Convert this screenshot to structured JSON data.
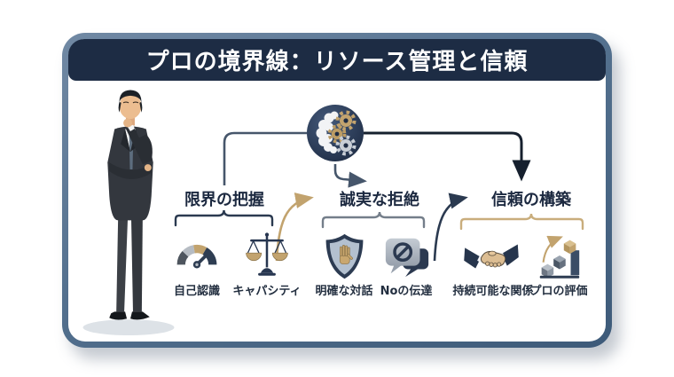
{
  "title": "プロの境界線：リソース管理と信頼",
  "center": {
    "icon": "brain-gears-icon"
  },
  "illustration": "thinking-businessman",
  "groups": [
    {
      "heading": "限界の把握",
      "items": [
        {
          "label": "自己認識",
          "icon": "gauge-icon"
        },
        {
          "label": "キャパシティ",
          "icon": "balance-scale-icon"
        }
      ]
    },
    {
      "heading": "誠実な拒絶",
      "items": [
        {
          "label": "明確な対話",
          "icon": "shield-hand-icon"
        },
        {
          "label": "Noの伝達",
          "icon": "no-speech-bubbles-icon"
        }
      ]
    },
    {
      "heading": "信頼の構築",
      "items": [
        {
          "label": "持続可能な関係",
          "icon": "handshake-icon"
        },
        {
          "label": "プロの評価",
          "icon": "growth-blocks-icon"
        }
      ]
    }
  ],
  "colors": {
    "card_border": "#54718f",
    "title_bg": "#1d2c44",
    "navy_line": "#16202e",
    "slate_line": "#46566b",
    "accent_tan": "#c2a36e",
    "brace_gray": "#747e8a"
  }
}
